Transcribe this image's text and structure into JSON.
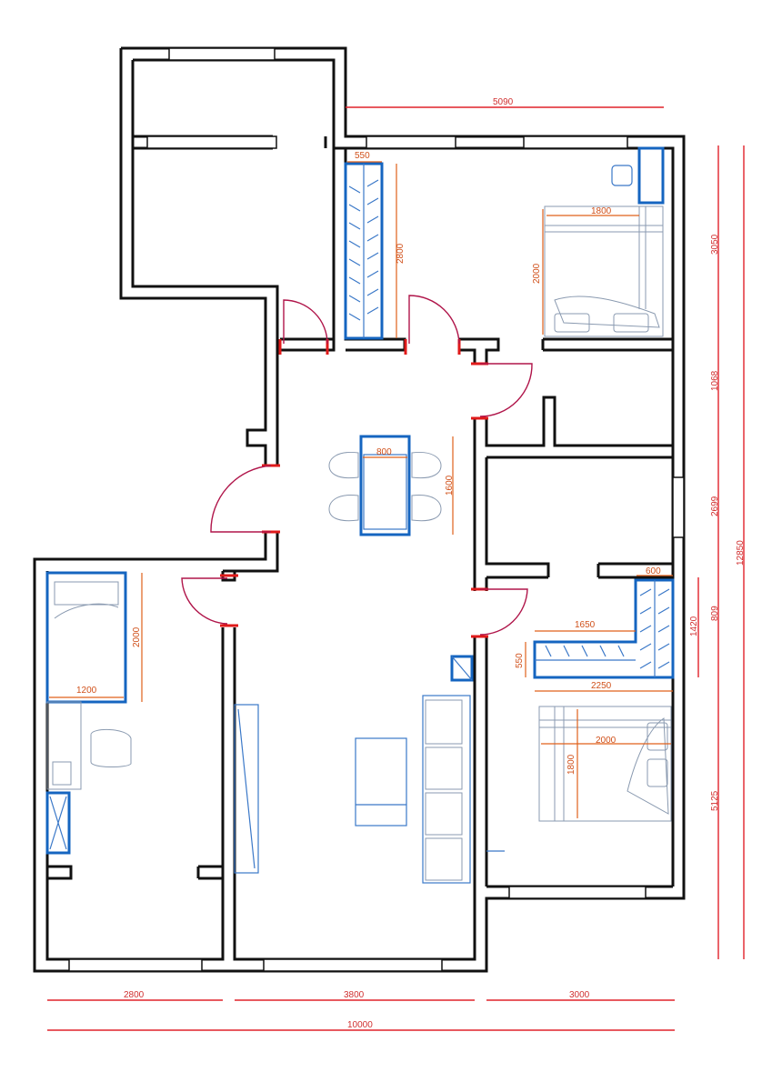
{
  "dimensions": {
    "top_width": "5090",
    "right_3050": "3050",
    "right_1068": "1068",
    "right_2699": "2699",
    "right_809": "809",
    "right_1420": "1420",
    "right_5125": "5125",
    "total_height": "12850",
    "bottom_2800": "2800",
    "bottom_3800": "3800",
    "bottom_3000": "3000",
    "total_width": "10000"
  },
  "furniture_labels": {
    "wardrobe_top_width": "550",
    "wardrobe_top_length": "2800",
    "bed_top_width": "1800",
    "bed_top_length": "2000",
    "table_width": "800",
    "table_length": "1600",
    "bed_left_length": "2000",
    "bed_left_width": "1200",
    "wardrobe_right_top": "600",
    "wardrobe_right_run": "1650",
    "wardrobe_right_depth": "550",
    "wardrobe_right_total": "2250",
    "bed_right_length": "2000",
    "bed_right_width": "1800"
  },
  "colors": {
    "wall": "#111111",
    "dimension": "#e0222a",
    "furniture": "#1565c0",
    "door": "#b0154a"
  }
}
